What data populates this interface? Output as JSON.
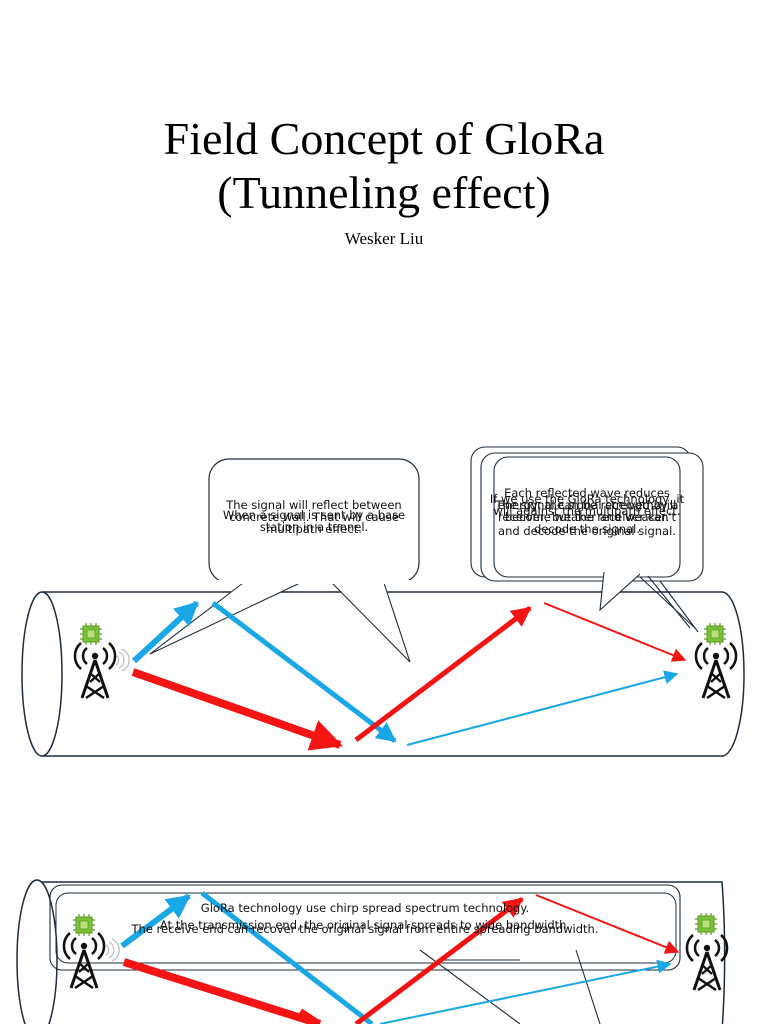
{
  "slide": {
    "title_line1": "Field Concept of GloRa",
    "title_line2": "(Tunneling effect)",
    "author": "Wesker Liu"
  },
  "diagram1": {
    "callout_left": {
      "text_a": "The signal will reflect between concrete wall. That will cause multipath effect.",
      "text_b": "When a signal is sent by a base station in a tunnel."
    },
    "callout_right": {
      "text_a": "Each reflected wave reduces energy, the signal strength will become weaker and weaker.",
      "text_b": "If we use the GloRa technology, it will against the multipath effect.",
      "text_c": "The signal can be received by a receiver, but the receiver can't decode the signal.",
      "text_d": "and decode the original signal."
    }
  },
  "diagram2": {
    "caption_a": "GloRa technology use chirp spread spectrum technology.",
    "caption_b": "At the transmission end, the original signal spreads to wide bandwidth.",
    "caption_c": "The receive end can recover the original signal from entire spreading bandwidth."
  },
  "colors": {
    "blue": "#1aa7e6",
    "red": "#f41414",
    "outline": "#1f2d3a",
    "chip": "#7cbf3a"
  },
  "icons": [
    "cell-tower-icon",
    "chip-icon",
    "wireless-signal-icon"
  ]
}
